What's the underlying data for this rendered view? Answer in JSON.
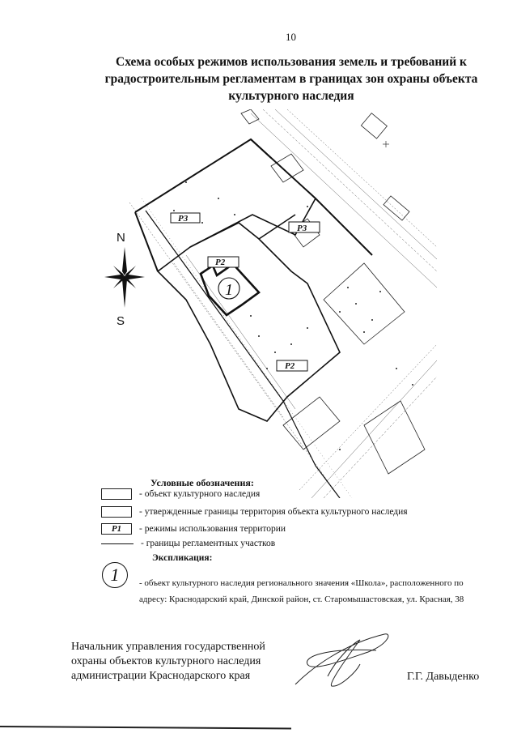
{
  "page_number": "10",
  "title": {
    "line1": "Схема особых режимов использования земель и требований к",
    "line2": "градостроительным регламентам в границах зон охраны объекта",
    "line3": "культурного наследия"
  },
  "map": {
    "compass": {
      "north": "N",
      "south": "S"
    },
    "zone_labels": [
      "Р3",
      "Р3",
      "Р2",
      "Р2"
    ],
    "object_marker": "1"
  },
  "legend": {
    "title": "Условные обозначения:",
    "items": [
      {
        "symbol": "box",
        "symbol_label": "",
        "text": "- объект культурного наследия"
      },
      {
        "symbol": "box",
        "symbol_label": "",
        "text": "- утвержденные границы территория объекта культурного наследия"
      },
      {
        "symbol": "box",
        "symbol_label": "Р1",
        "text": "- режимы использования территории"
      },
      {
        "symbol": "line",
        "symbol_label": "",
        "text": "- границы регламентных участков"
      }
    ]
  },
  "explication": {
    "title": "Экспликация:",
    "marker": "1",
    "line1": "- объект культурного наследия регионального значения «Школа», расположенного по",
    "line2": "адресу: Краснодарский край, Динской район, ст. Старомышастовская, ул. Красная, 38"
  },
  "signature_block": {
    "position_line1": "Начальник управления государственной",
    "position_line2": "охраны объектов культурного наследия",
    "position_line3": "администрации Краснодарского края",
    "name": "Г.Г. Давыденко"
  }
}
